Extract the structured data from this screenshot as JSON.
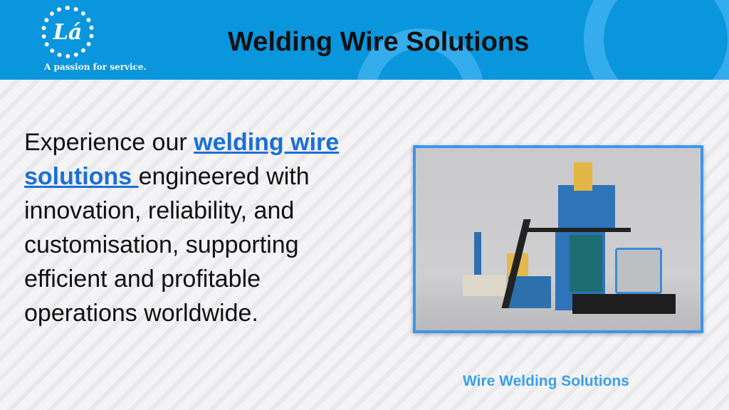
{
  "header": {
    "logo_text": "Lá",
    "tagline": "A passion for service.",
    "title": "Welding Wire Solutions"
  },
  "body": {
    "before": "Experience our ",
    "link": "welding wire solutions ",
    "after": "engineered with innovation, reliability, and customisation, supporting efficient and profitable operations worldwide."
  },
  "caption": "Wire Welding Solutions",
  "colors": {
    "header": "#0a96dd",
    "link": "#1a6fd6",
    "caption": "#3aa0e8"
  }
}
